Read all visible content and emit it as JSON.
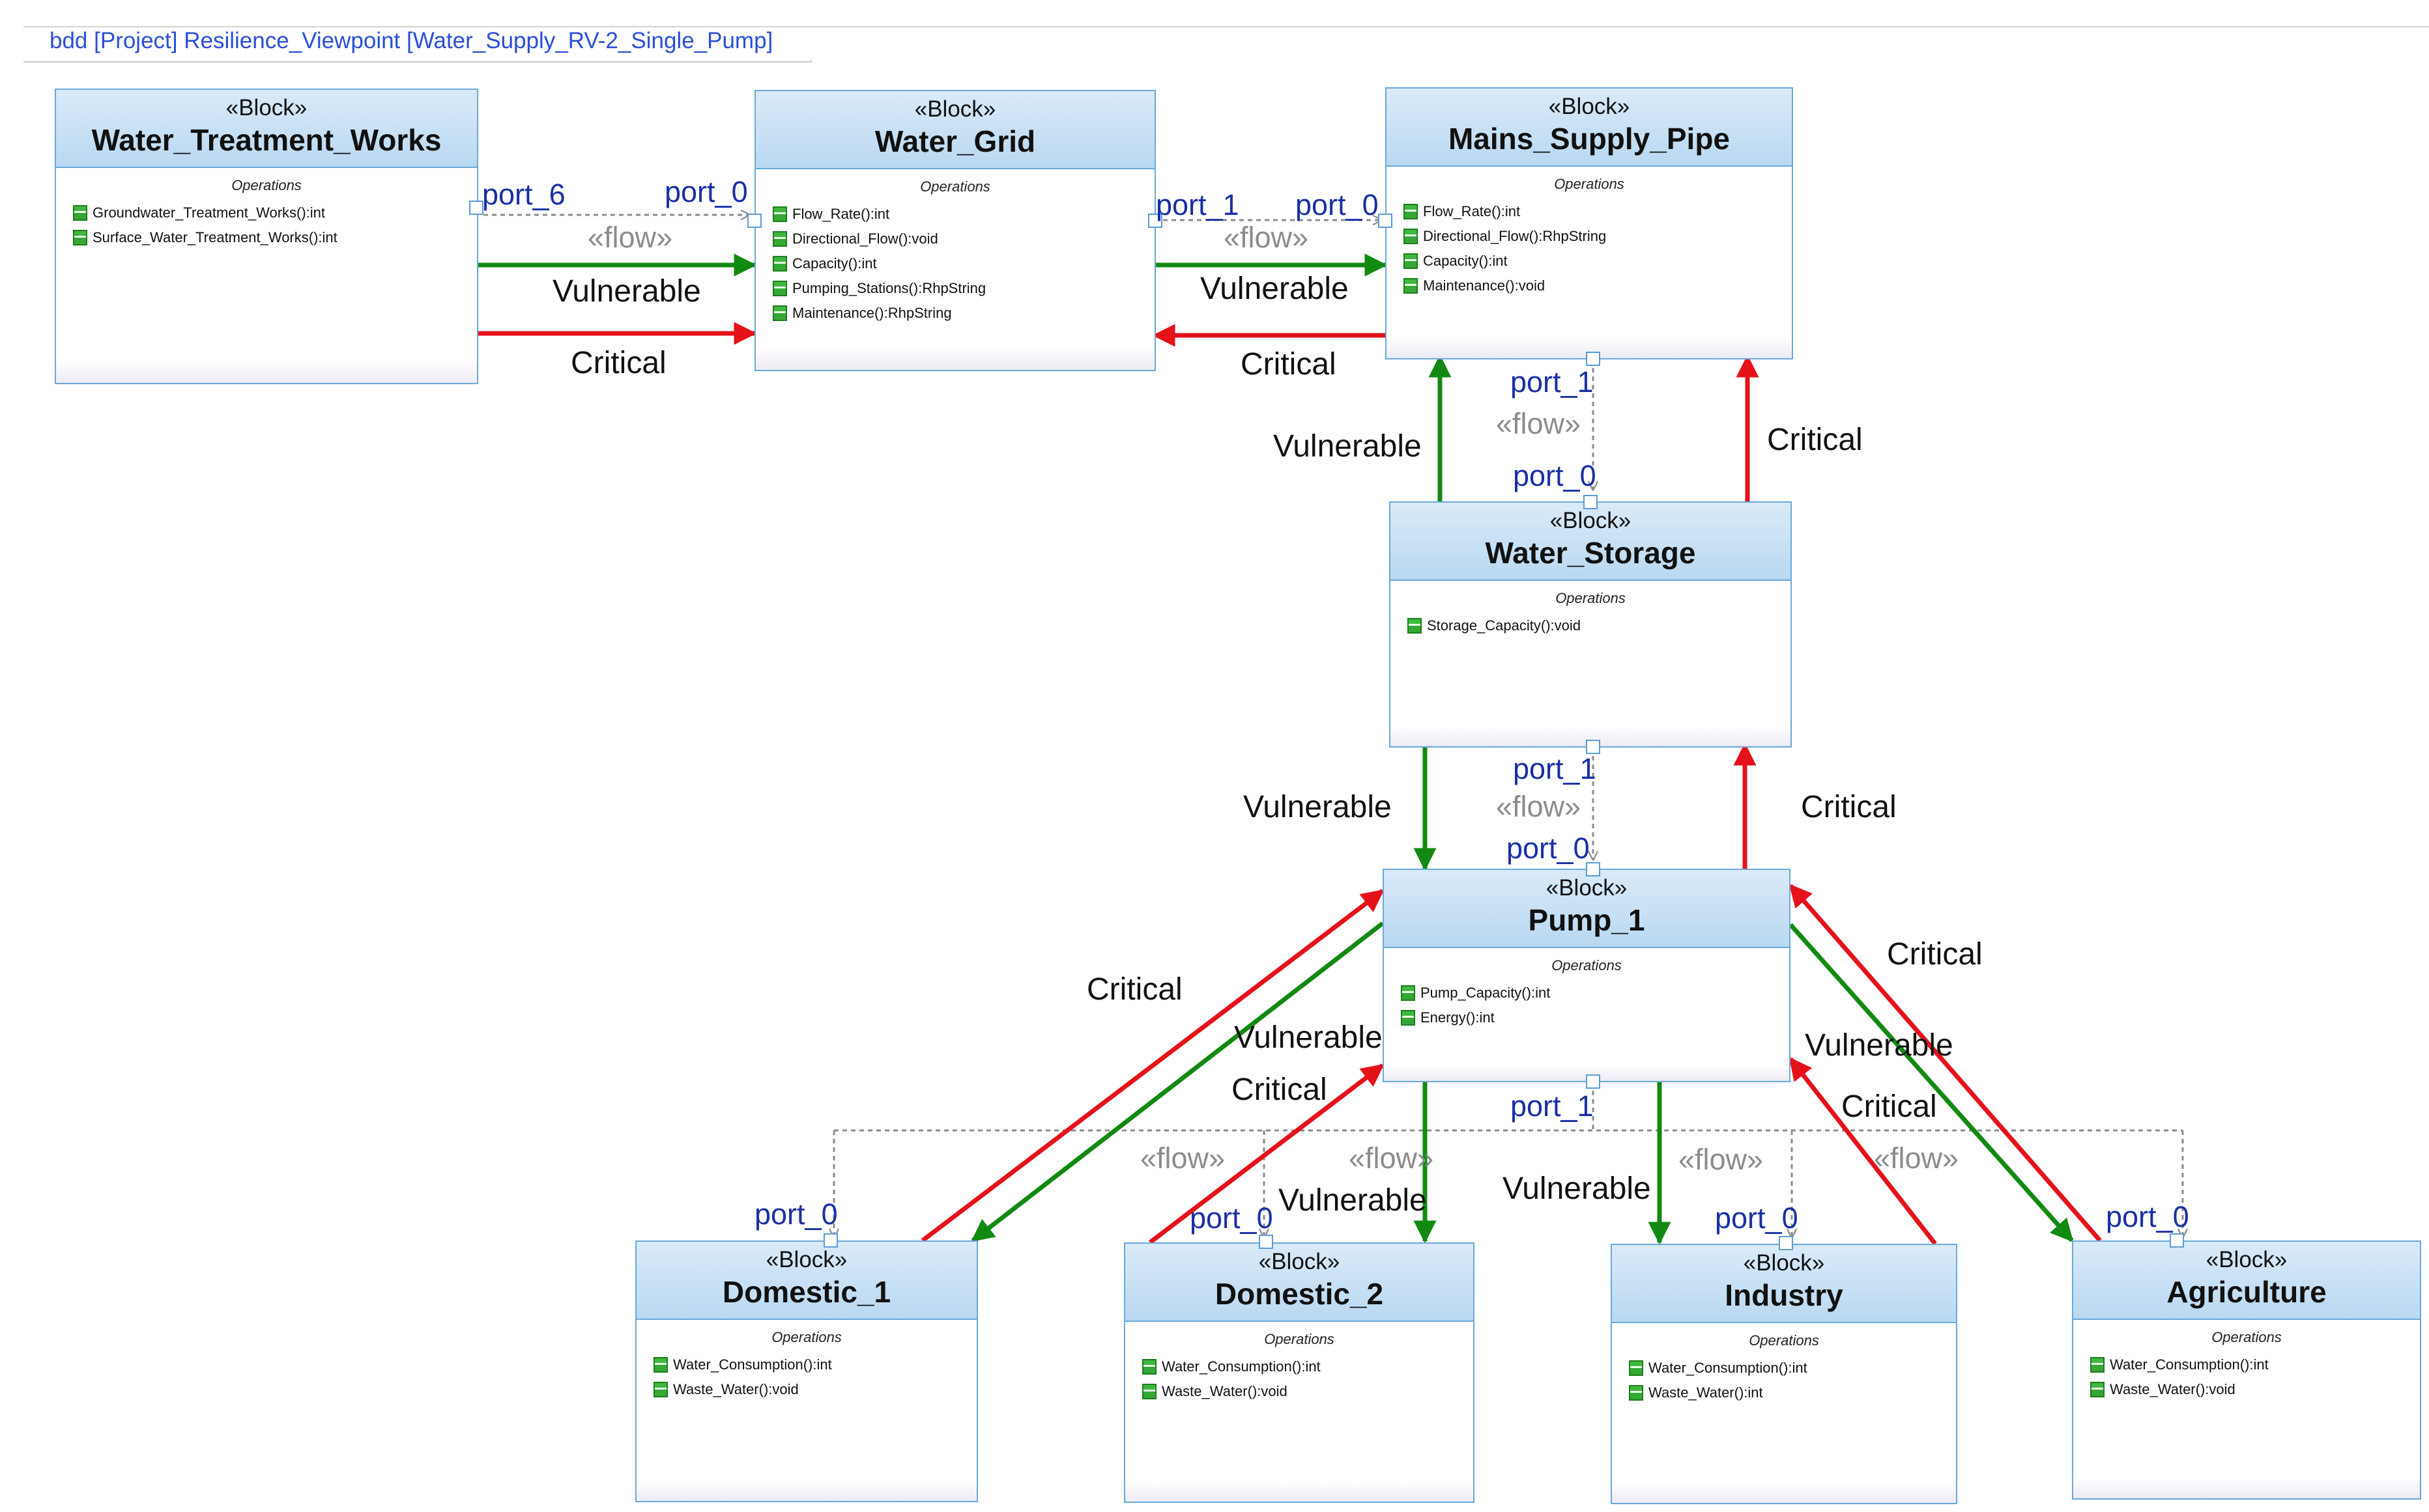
{
  "title": "bdd [Project] Resilience_Viewpoint [Water_Supply_RV-2_Single_Pump]",
  "stereotype": "«Block»",
  "ops_heading": "Operations",
  "flow_label": "«flow»",
  "relations": {
    "vulnerable": "Vulnerable",
    "critical": "Critical"
  },
  "colors": {
    "vulnerable": "#128a12",
    "critical": "#e5121a",
    "block_border": "#6aa9da",
    "block_header": "#b9d8f1",
    "port_label": "#1a2fa4",
    "flow": "#8c8c8c"
  },
  "blocks": {
    "water_treatment_works": {
      "name": "Water_Treatment_Works",
      "operations": [
        "Groundwater_Treatment_Works():int",
        "Surface_Water_Treatment_Works():int"
      ]
    },
    "water_grid": {
      "name": "Water_Grid",
      "operations": [
        "Flow_Rate():int",
        "Directional_Flow():void",
        "Capacity():int",
        "Pumping_Stations():RhpString",
        "Maintenance():RhpString"
      ]
    },
    "mains_supply_pipe": {
      "name": "Mains_Supply_Pipe",
      "operations": [
        "Flow_Rate():int",
        "Directional_Flow():RhpString",
        "Capacity():int",
        "Maintenance():void"
      ]
    },
    "water_storage": {
      "name": "Water_Storage",
      "operations": [
        "Storage_Capacity():void"
      ]
    },
    "pump_1": {
      "name": "Pump_1",
      "operations": [
        "Pump_Capacity():int",
        "Energy():int"
      ]
    },
    "domestic_1": {
      "name": "Domestic_1",
      "operations": [
        "Water_Consumption():int",
        "Waste_Water():void"
      ]
    },
    "domestic_2": {
      "name": "Domestic_2",
      "operations": [
        "Water_Consumption():int",
        "Waste_Water():void"
      ]
    },
    "industry": {
      "name": "Industry",
      "operations": [
        "Water_Consumption():int",
        "Waste_Water():int"
      ]
    },
    "agriculture": {
      "name": "Agriculture",
      "operations": [
        "Water_Consumption():int",
        "Waste_Water():void"
      ]
    }
  },
  "ports": {
    "p6": "port_6",
    "p0": "port_0",
    "p1": "port_1"
  }
}
